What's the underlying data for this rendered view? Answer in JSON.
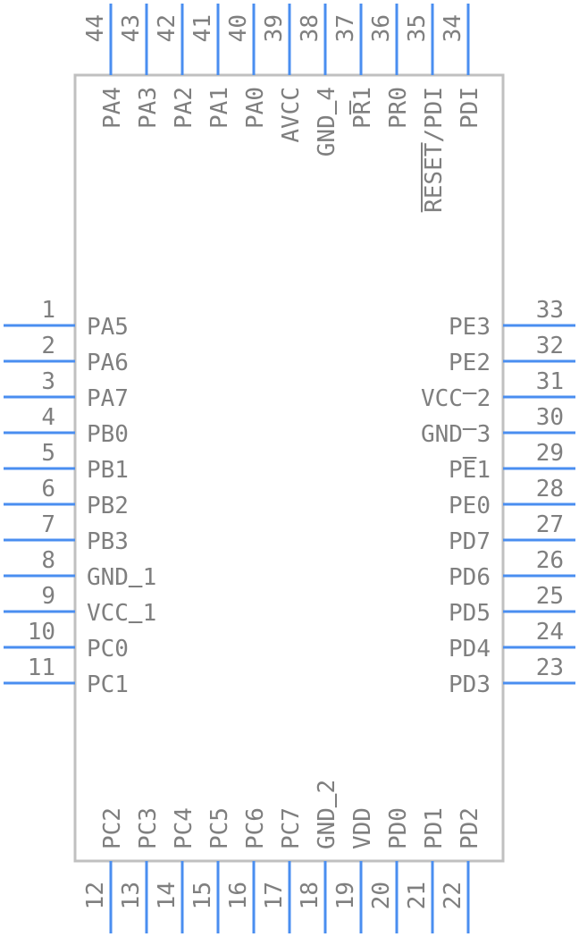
{
  "component": {
    "body_stroke": "#c0c0c0",
    "pin_color": "#4a8ef0",
    "text_color": "#7f7f7f"
  },
  "left_pins": [
    {
      "number": "1",
      "name": "PA5"
    },
    {
      "number": "2",
      "name": "PA6"
    },
    {
      "number": "3",
      "name": "PA7"
    },
    {
      "number": "4",
      "name": "PB0"
    },
    {
      "number": "5",
      "name": "PB1"
    },
    {
      "number": "6",
      "name": "PB2"
    },
    {
      "number": "7",
      "name": "PB3"
    },
    {
      "number": "8",
      "name": "GND_1"
    },
    {
      "number": "9",
      "name": "VCC_1"
    },
    {
      "number": "10",
      "name": "PC0"
    },
    {
      "number": "11",
      "name": "PC1"
    }
  ],
  "bottom_pins": [
    {
      "number": "12",
      "name": "PC2"
    },
    {
      "number": "13",
      "name": "PC3"
    },
    {
      "number": "14",
      "name": "PC4"
    },
    {
      "number": "15",
      "name": "PC5"
    },
    {
      "number": "16",
      "name": "PC6"
    },
    {
      "number": "17",
      "name": "PC7"
    },
    {
      "number": "18",
      "name": "GND_2"
    },
    {
      "number": "19",
      "name": "VDD"
    },
    {
      "number": "20",
      "name": "PD0"
    },
    {
      "number": "21",
      "name": "PD1"
    },
    {
      "number": "22",
      "name": "PD2"
    }
  ],
  "right_pins": [
    {
      "number": "23",
      "name": "PD3"
    },
    {
      "number": "24",
      "name": "PD4"
    },
    {
      "number": "25",
      "name": "PD5"
    },
    {
      "number": "26",
      "name": "PD6"
    },
    {
      "number": "27",
      "name": "PD7"
    },
    {
      "number": "28",
      "name": "PE0"
    },
    {
      "number": "29",
      "name": "PE1"
    },
    {
      "number": "30",
      "name": "GND_3"
    },
    {
      "number": "31",
      "name": "VCC_2"
    },
    {
      "number": "32",
      "name": "PE2"
    },
    {
      "number": "33",
      "name": "PE3"
    }
  ],
  "top_pins": [
    {
      "number": "34",
      "name": "PDI"
    },
    {
      "number": "35",
      "name": "RESET/PDI"
    },
    {
      "number": "36",
      "name": "PR0"
    },
    {
      "number": "37",
      "name": "PR1"
    },
    {
      "number": "38",
      "name": "GND_4"
    },
    {
      "number": "39",
      "name": "AVCC"
    },
    {
      "number": "40",
      "name": "PA0"
    },
    {
      "number": "41",
      "name": "PA1"
    },
    {
      "number": "42",
      "name": "PA2"
    },
    {
      "number": "43",
      "name": "PA3"
    },
    {
      "number": "44",
      "name": "PA4"
    }
  ]
}
